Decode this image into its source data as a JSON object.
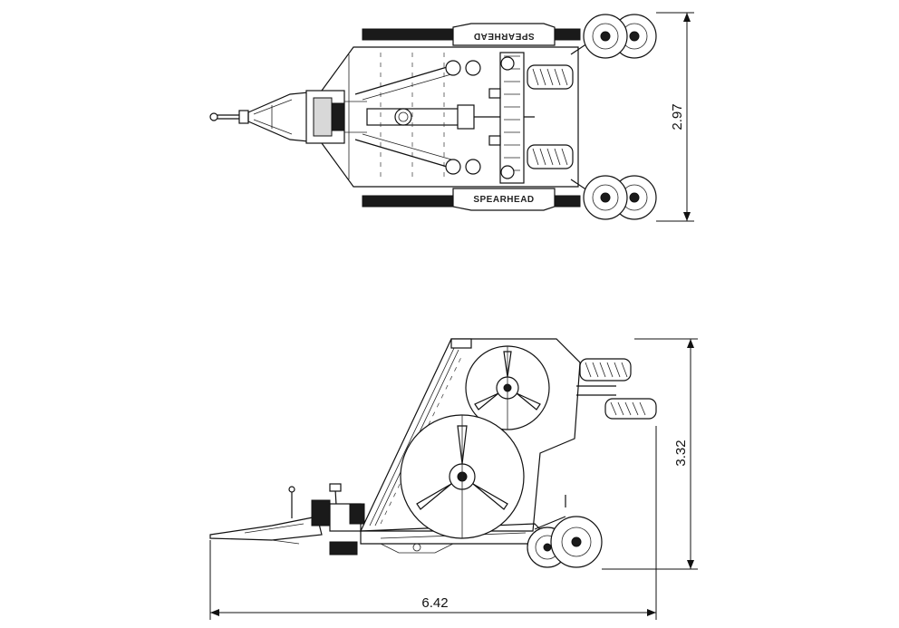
{
  "dimensions": {
    "top_width": "2.97",
    "side_height": "3.32",
    "side_length": "6.42"
  },
  "branding": {
    "top_label": "SPEARHEAD",
    "bottom_label": "SPEARHEAD"
  }
}
